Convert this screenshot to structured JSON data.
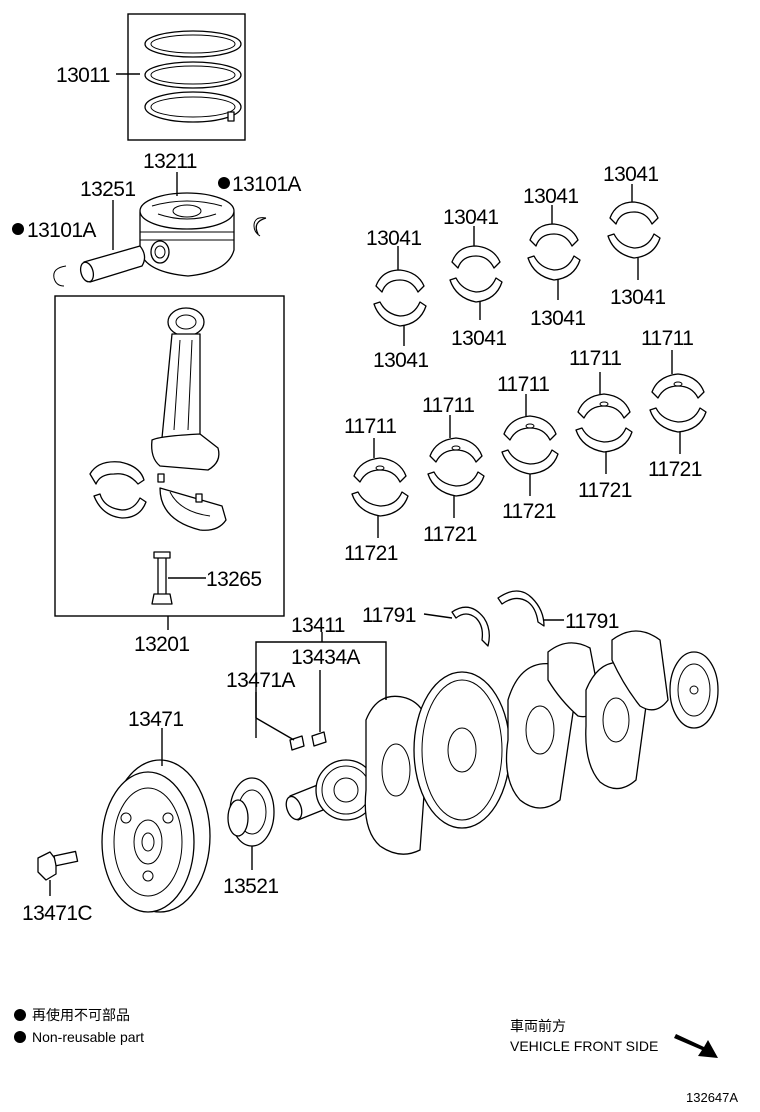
{
  "labels": {
    "piston_ring_set": "13011",
    "piston": "13211",
    "piston_pin": "13251",
    "snap_ring_right": "13101A",
    "snap_ring_left": "13101A",
    "conrod_bearing_1_top": "13041",
    "conrod_bearing_1_bottom": "13041",
    "conrod_bearing_2_top": "13041",
    "conrod_bearing_2_bottom": "13041",
    "conrod_bearing_3_top": "13041",
    "conrod_bearing_3_bottom": "13041",
    "conrod_bearing_4_top": "13041",
    "conrod_bearing_4_bottom": "13041",
    "main_bearing_1_top": "11711",
    "main_bearing_1_bottom": "11721",
    "main_bearing_2_top": "11711",
    "main_bearing_2_bottom": "11721",
    "main_bearing_3_top": "11711",
    "main_bearing_3_bottom": "11721",
    "main_bearing_4_top": "11711",
    "main_bearing_4_bottom": "11721",
    "main_bearing_5_top": "11711",
    "main_bearing_5_bottom": "11721",
    "conrod_bolt": "13265",
    "conrod_assembly": "13201",
    "thrust_washer_left": "11791",
    "thrust_washer_right": "11791",
    "crankshaft": "13411",
    "crankshaft_key": "13434A",
    "pulley_key": "13471A",
    "crank_pulley": "13471",
    "pulley_bolt": "13471C",
    "crank_timing_sprocket": "13521"
  },
  "legend": {
    "jp": "再使用不可部品",
    "en": "Non-reusable part"
  },
  "direction": {
    "jp": "車両前方",
    "en": "VEHICLE FRONT SIDE"
  },
  "illustration_id": "132647A"
}
